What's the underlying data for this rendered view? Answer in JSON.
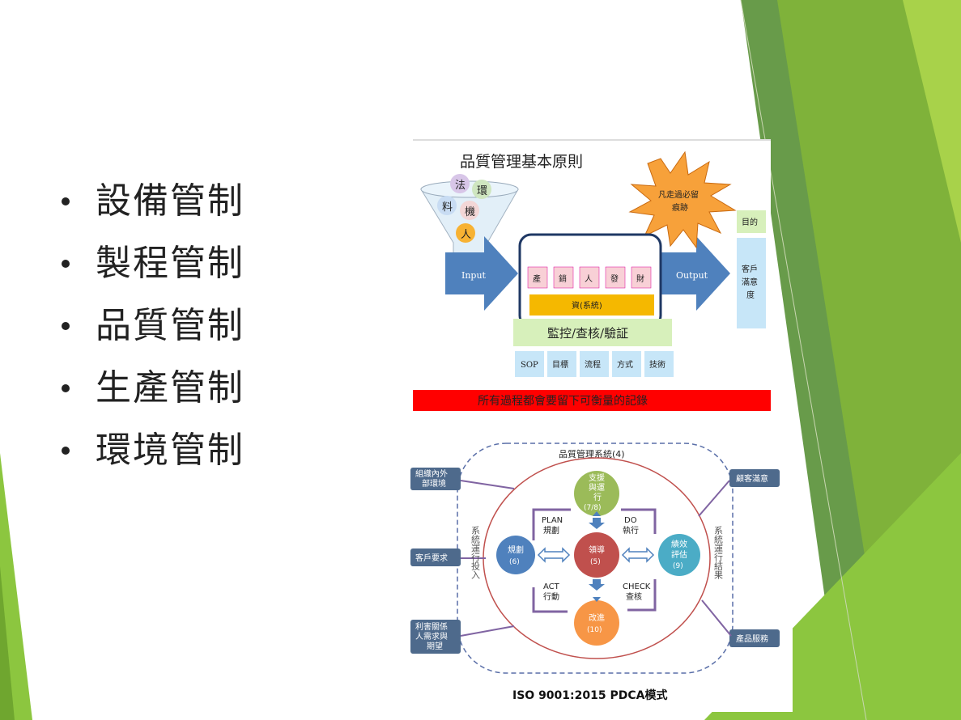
{
  "slide": {
    "bullets": [
      "設備管制",
      "製程管制",
      "品質管制",
      "生產管制",
      "環境管制"
    ]
  },
  "diagram1": {
    "title": "品質管理基本原則",
    "funnel": [
      "法",
      "環",
      "料",
      "機",
      "人"
    ],
    "input_label": "Input",
    "output_label": "Output",
    "star_text_1": "凡走過必留",
    "star_text_2": "痕跡",
    "process_boxes": [
      "產",
      "銷",
      "人",
      "發",
      "財"
    ],
    "system_label": "資(系統)",
    "monitor_label": "監控/查核/驗証",
    "tools": [
      "SOP",
      "目標",
      "流程",
      "方式",
      "技術"
    ],
    "purpose_label": "目的",
    "customer_lines": [
      "客戶",
      "滿意",
      "度"
    ],
    "banner": "所有過程都會要留下可衡量的記錄"
  },
  "diagram2": {
    "system_title": "品質管理系統(4)",
    "left_boxes": [
      {
        "lines": [
          "組織內外",
          "部環境"
        ]
      },
      {
        "lines": [
          "客戶要求"
        ]
      },
      {
        "lines": [
          "利害關係",
          "人需求與",
          "期望"
        ]
      }
    ],
    "right_boxes": [
      {
        "lines": [
          "顧客滿意"
        ]
      },
      {
        "lines": [
          "產品服務"
        ]
      }
    ],
    "input_vertical": "系統運行投入",
    "result_vertical": "系統運行結果",
    "support": {
      "lines": [
        "支援",
        "與運",
        "行",
        "(7/8)"
      ]
    },
    "plan_circle": {
      "lines": [
        "規劃",
        "(6)"
      ]
    },
    "leadership": {
      "lines": [
        "領導",
        "(5)"
      ]
    },
    "evaluation": {
      "lines": [
        "績效",
        "評估",
        "(9)"
      ]
    },
    "improvement": {
      "lines": [
        "改進",
        "(10)"
      ]
    },
    "plan_label": [
      "PLAN",
      "規劃"
    ],
    "do_label": [
      "DO",
      "執行"
    ],
    "act_label": [
      "ACT",
      "行動"
    ],
    "check_label": [
      "CHECK",
      "查核"
    ],
    "caption": "ISO 9001:2015 PDCA模式"
  },
  "colors": {
    "green_dark": "#4e8a2a",
    "green_mid": "#7fb23a",
    "green_light": "#9ccc3c",
    "arrow_blue": "#4f81bd",
    "banner_red": "#ff0000",
    "system_orange": "#f5b800",
    "star_orange": "#f7a13a"
  }
}
